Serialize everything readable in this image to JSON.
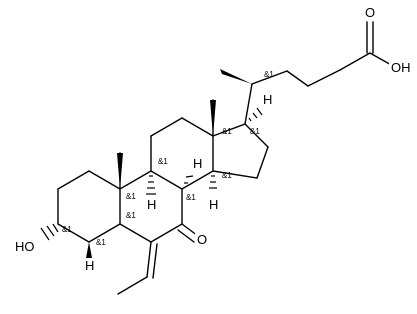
{
  "atom_labels": {
    "oh_acid": "OH",
    "o_acid": "O",
    "o_ketone": "O",
    "ho_alcohol": "HO",
    "h_c17": "H",
    "h_c9": "H",
    "h_c8": "H",
    "h_c14": "H",
    "h_c5": "H"
  },
  "stereo_labels": {
    "c20": "&1",
    "c17": "&1",
    "c13": "&1",
    "c9": "&1",
    "c8": "&1",
    "c14": "&1",
    "c10": "&1",
    "c3": "&1",
    "c5": "&1",
    "c7": "&1"
  },
  "colors": {
    "bond": "#000000",
    "background": "#ffffff"
  }
}
